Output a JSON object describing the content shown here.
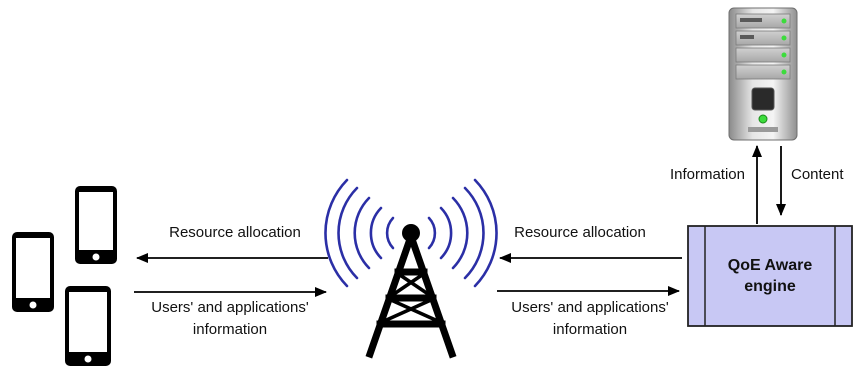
{
  "left_flow": {
    "top_label": "Resource allocation",
    "bottom_label_line1": "Users' and applications'",
    "bottom_label_line2": "information"
  },
  "right_flow": {
    "top_label": "Resource allocation",
    "bottom_label_line1": "Users' and applications'",
    "bottom_label_line2": "information"
  },
  "engine": {
    "title_line1": "QoE Aware",
    "title_line2": "engine"
  },
  "server_links": {
    "up_label": "Information",
    "down_label": "Content"
  },
  "colors": {
    "engine_fill": "#c8c8f4",
    "engine_border": "#222222",
    "tower_waves": "#2b2fa6",
    "tower_body": "#000000",
    "server_led": "#3cdc3c"
  }
}
